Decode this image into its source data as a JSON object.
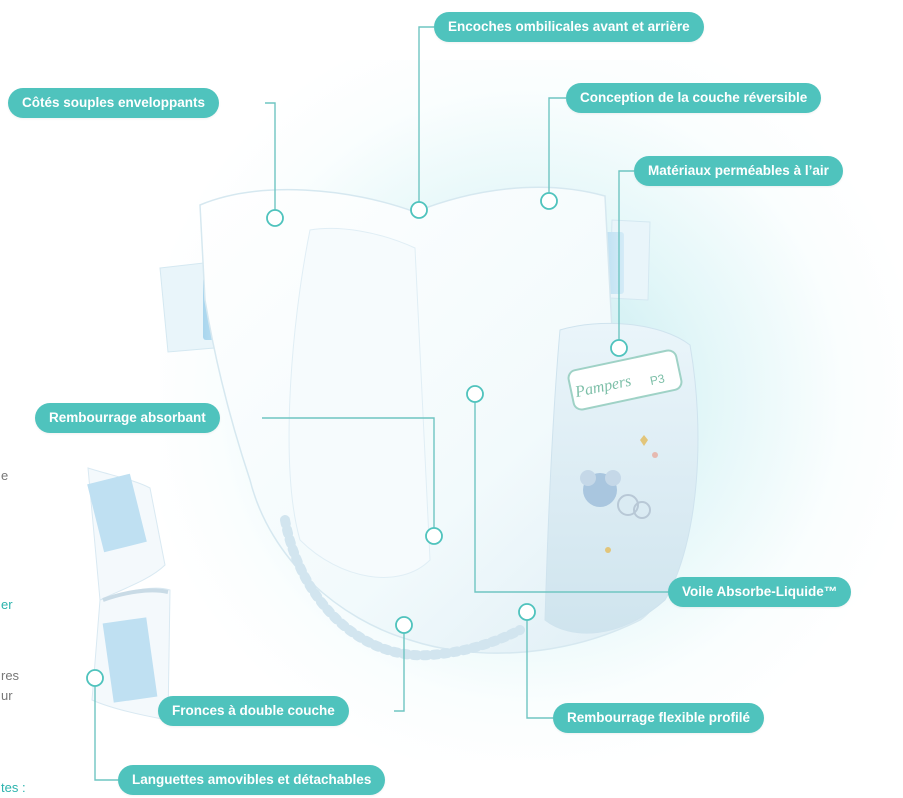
{
  "labels": {
    "encoches": "Encoches ombilicales avant et arrière",
    "cotes": "Côtés souples enveloppants",
    "conception": "Conception de la couche réversible",
    "materiaux": "Matériaux perméables à l’air",
    "rembourrage_absorbant": "Rembourrage absorbant",
    "voile": "Voile Absorbe-Liquide™",
    "fronces": "Fronces à double couche",
    "rembourrage_flexible": "Rembourrage flexible profilé",
    "languettes": "Languettes amovibles et détachables"
  },
  "edge_text": {
    "t1": "e",
    "t2": "er",
    "t3": "res",
    "t4": "ur",
    "t5": "tes :"
  },
  "diaper_print": {
    "brand": "Pampers",
    "size": "P3"
  },
  "colors": {
    "accent": "#4fc3bd",
    "line": "#6fc5c2",
    "pad_blue": "#bfe0f2"
  }
}
